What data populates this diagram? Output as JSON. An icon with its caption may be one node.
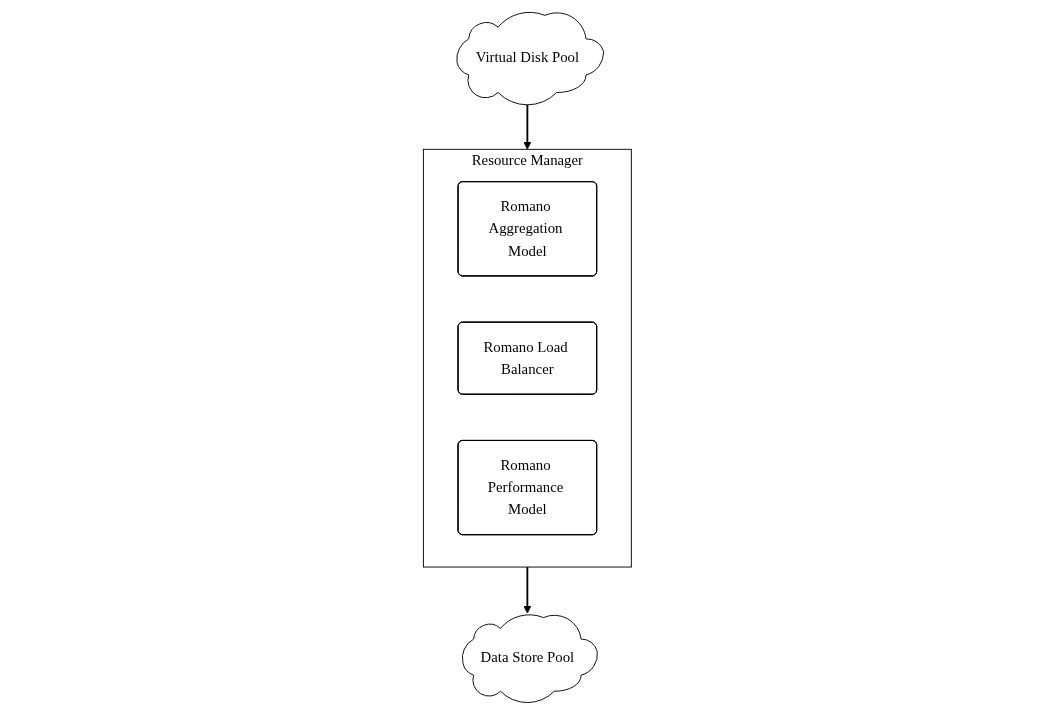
{
  "diagram": {
    "nodes": [
      {
        "text": [
          "Virtual Disk Pool"
        ]
      },
      {
        "text": [
          "Resource Manager"
        ]
      },
      {
        "text": [
          "Romano Aggregation Model"
        ],
        "in": 1
      },
      {
        "text": [
          "Romano Load Balancer"
        ],
        "in": 1
      },
      {
        "text": [
          "Romano Performance Model"
        ],
        "in": 1
      },
      {
        "text": [
          "Data Store Pool"
        ]
      }
    ],
    "edges": [
      {
        "from": 0,
        "to": 1,
        "arrow": "to"
      },
      {
        "from": 1,
        "to": 5,
        "arrow": "to"
      }
    ]
  }
}
